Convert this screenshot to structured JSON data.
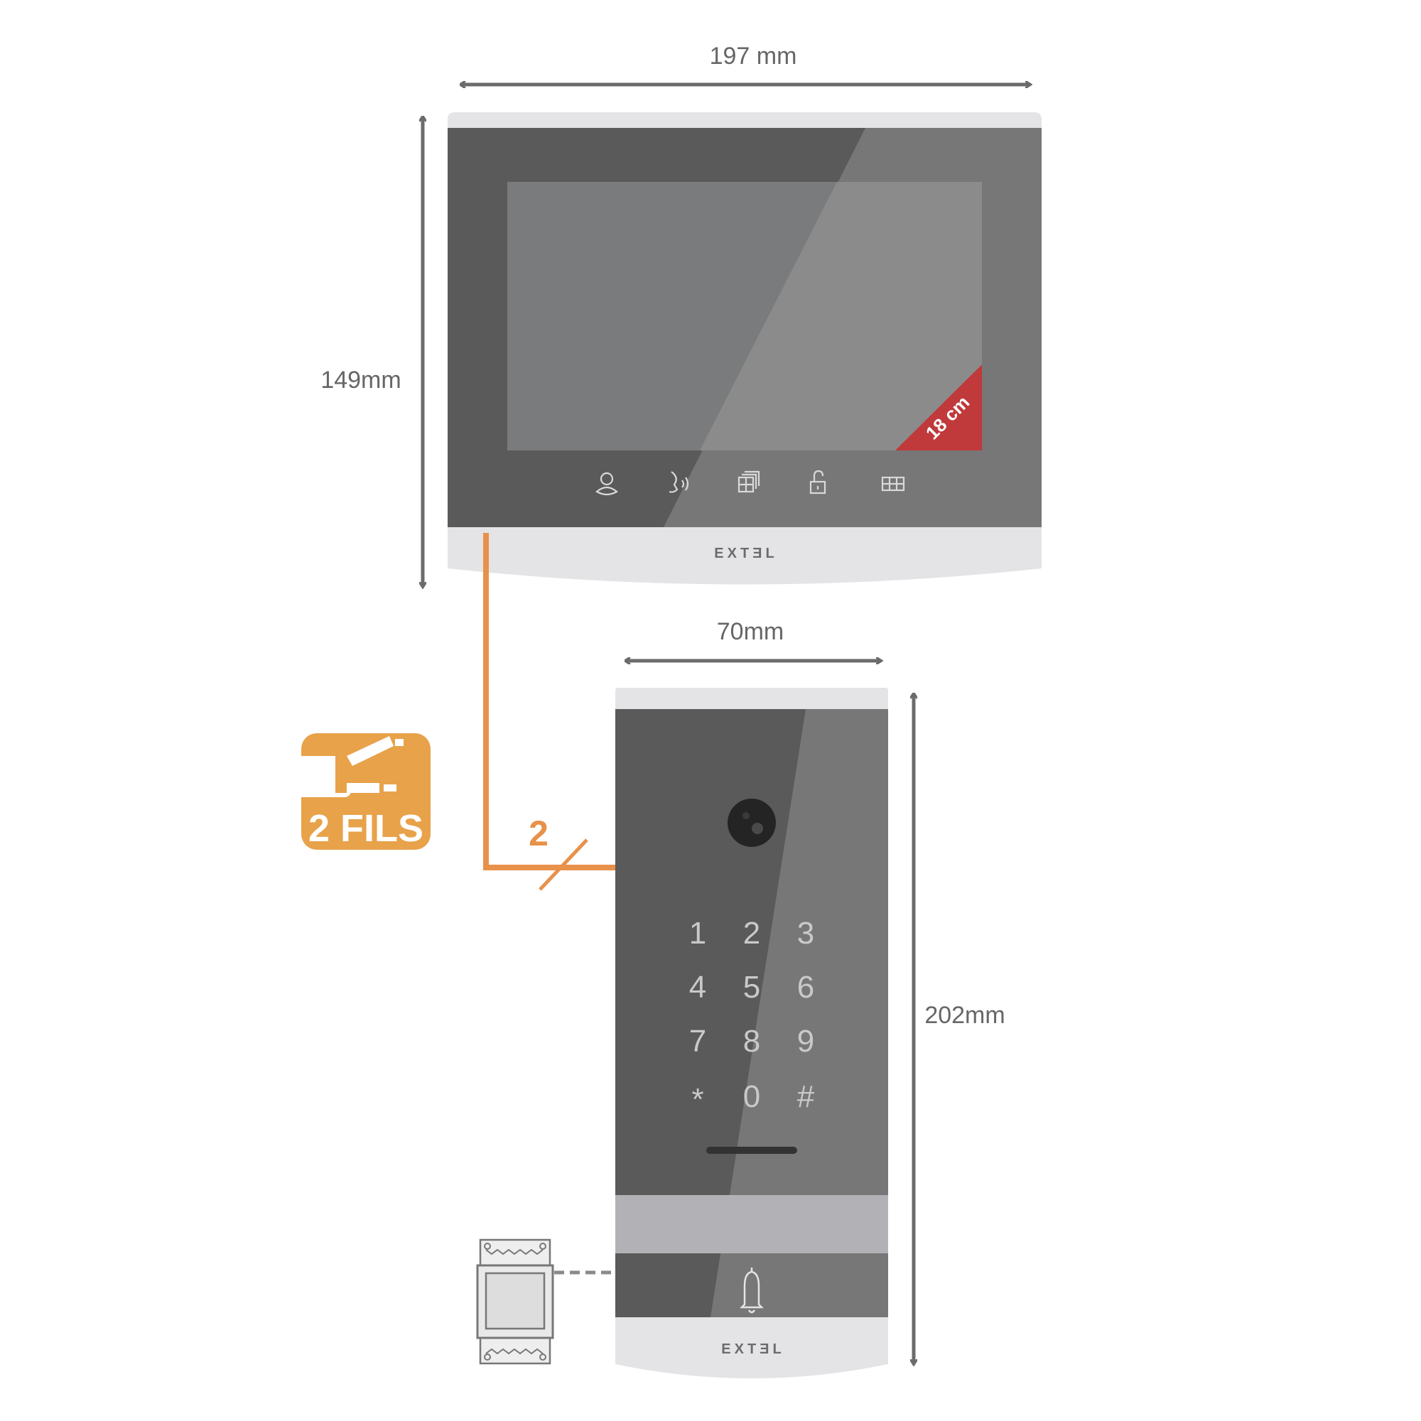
{
  "dimensions": {
    "monitor_width": "197 mm",
    "monitor_height": "149mm",
    "panel_width": "70mm",
    "panel_height": "202mm"
  },
  "monitor": {
    "brand": "EXTƎL",
    "screen_badge": "18 cm",
    "buttons": [
      "user-icon",
      "speak-icon",
      "gallery-icon",
      "unlock-icon",
      "gate-icon"
    ]
  },
  "wiring": {
    "wire_count": "2",
    "badge_label": "2 FILS"
  },
  "door_panel": {
    "brand": "EXTƎL",
    "keypad": [
      "1",
      "2",
      "3",
      "4",
      "5",
      "6",
      "7",
      "8",
      "9",
      "*",
      "0",
      "#"
    ]
  },
  "colors": {
    "orange": "#e8914a",
    "badge_orange": "#e8a24a",
    "red_badge": "#c0393b",
    "device_dark": "#5a5a5a",
    "frame_light": "#e4e4e7"
  }
}
